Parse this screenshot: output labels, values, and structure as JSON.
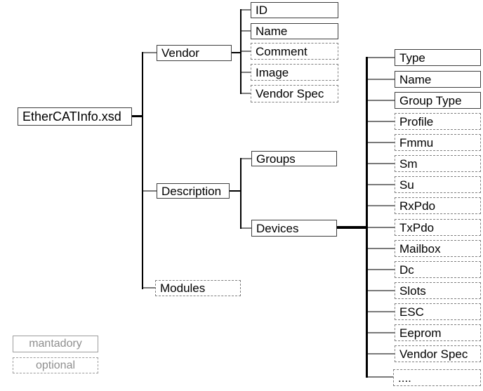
{
  "diagram": {
    "root": {
      "label": "EtherCATInfo.xsd"
    },
    "level1": [
      {
        "label": "Vendor"
      },
      {
        "label": "Description"
      },
      {
        "label": "Modules"
      }
    ],
    "vendor_children": [
      {
        "label": "ID"
      },
      {
        "label": "Name"
      },
      {
        "label": "Comment"
      },
      {
        "label": "Image"
      },
      {
        "label": "Vendor Spec"
      }
    ],
    "description_children": [
      {
        "label": "Groups"
      },
      {
        "label": "Devices"
      }
    ],
    "devices_children": [
      {
        "label": "Type"
      },
      {
        "label": "Name"
      },
      {
        "label": "Group Type"
      },
      {
        "label": "Profile"
      },
      {
        "label": "Fmmu"
      },
      {
        "label": "Sm"
      },
      {
        "label": "Su"
      },
      {
        "label": "RxPdo"
      },
      {
        "label": "TxPdo"
      },
      {
        "label": "Mailbox"
      },
      {
        "label": "Dc"
      },
      {
        "label": "Slots"
      },
      {
        "label": "ESC"
      },
      {
        "label": "Eeprom"
      },
      {
        "label": "Vendor Spec"
      },
      {
        "label": "...."
      }
    ],
    "legend": [
      {
        "label": "mantadory"
      },
      {
        "label": "optional"
      }
    ],
    "colors": {
      "background": "#ffffff",
      "text": "#000000",
      "mandatory_border": "#3d3d3d",
      "optional_border": "#7f7f7f",
      "connector": "#000000",
      "stub": "#7a7a7a",
      "legend_text": "#8f8f8f",
      "legend_border": "#9c9c9c"
    }
  }
}
